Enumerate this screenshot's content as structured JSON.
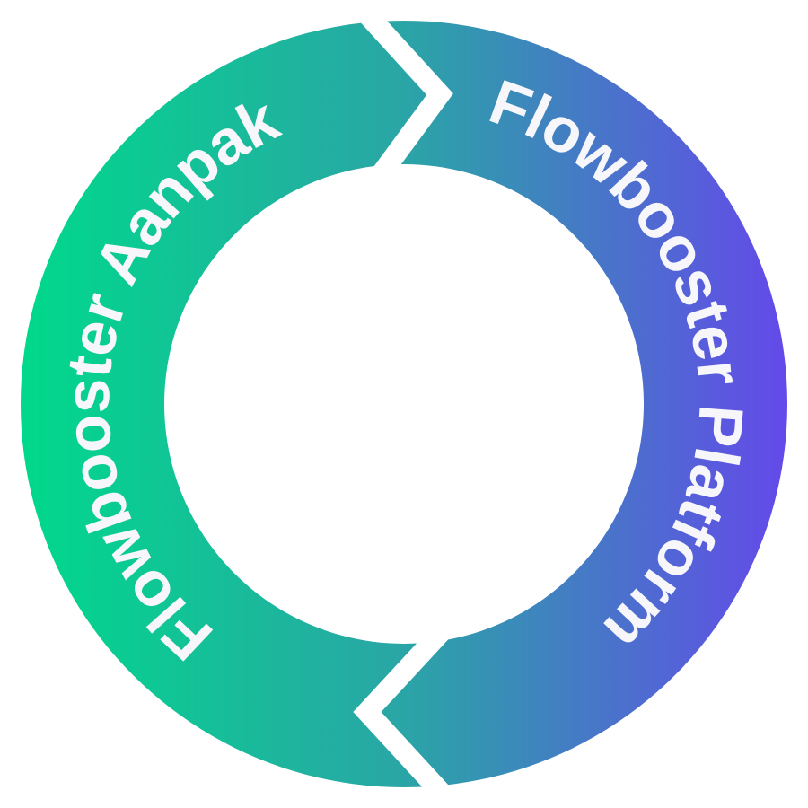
{
  "diagram": {
    "type": "cycle",
    "segments": [
      {
        "label": "Flowbooster Aanpak",
        "side": "left",
        "color": "#00d98b"
      },
      {
        "label": "Flowbooster Platform",
        "side": "right",
        "color": "#6449ea"
      }
    ],
    "gradient": {
      "start": "#00d98b",
      "middle": "#2aa5a6",
      "end": "#6449ea"
    },
    "text_color": "#f6f6fb",
    "background": "#ffffff",
    "arrows": [
      {
        "name": "top-chevron",
        "direction": "right"
      },
      {
        "name": "bottom-chevron",
        "direction": "left"
      }
    ]
  }
}
